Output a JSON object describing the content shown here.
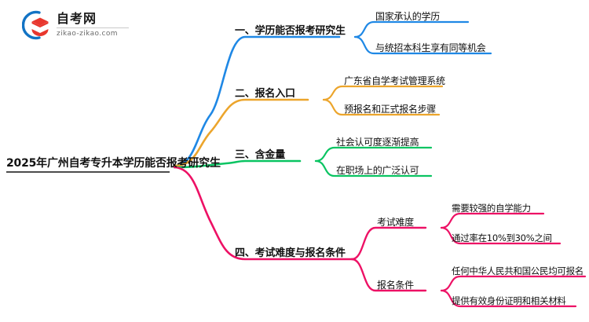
{
  "logo": {
    "name_cn": "自考网",
    "url": "zikao-zikao.com",
    "mark_icon": "graduation-cap-icon",
    "arc_color": "#1273c4",
    "cap_color": "#e8372e"
  },
  "mindmap": {
    "root": {
      "label": "2025年广州自考专升本学历能否报考研究生"
    },
    "branches": [
      {
        "index": "1",
        "label": "一、学历能否报考研究生",
        "color": "#1f88e5",
        "children": [
          {
            "label": "国家承认的学历"
          },
          {
            "label": "与统招本科生享有同等机会"
          }
        ]
      },
      {
        "index": "2",
        "label": "二、报名入口",
        "color": "#eca52c",
        "children": [
          {
            "label": "广东省自学考试管理系统"
          },
          {
            "label": "预报名和正式报名步骤"
          }
        ]
      },
      {
        "index": "3",
        "label": "三、含金量",
        "color": "#0ac462",
        "children": [
          {
            "label": "社会认可度逐渐提高"
          },
          {
            "label": "在职场上的广泛认可"
          }
        ]
      },
      {
        "index": "4",
        "label": "四、考试难度与报名条件",
        "color": "#ed1165",
        "children": [
          {
            "label": "考试难度",
            "children": [
              {
                "label": "需要较强的自学能力"
              },
              {
                "label": "通过率在10%到30%之间"
              }
            ]
          },
          {
            "label": "报名条件",
            "children": [
              {
                "label": "任何中华人民共和国公民均可报名"
              },
              {
                "label": "提供有效身份证明和相关材料"
              }
            ]
          }
        ]
      }
    ]
  }
}
